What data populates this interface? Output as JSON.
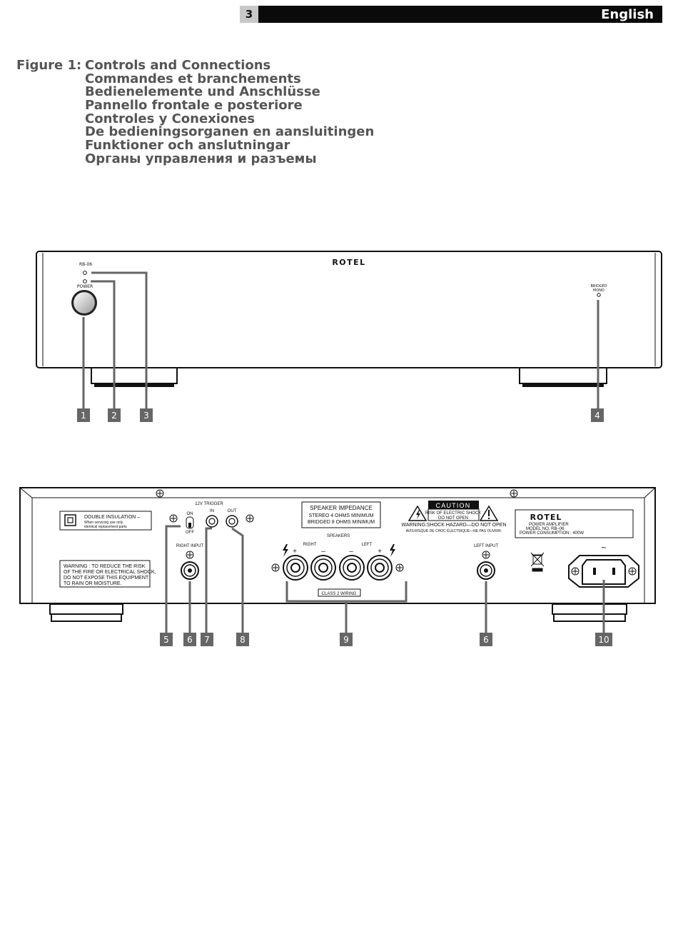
{
  "header": {
    "page_number": "3",
    "language": "English"
  },
  "figure": {
    "label": "Figure 1:",
    "titles": [
      "Controls and Connections",
      "Commandes et branchements",
      "Bedienelemente und Anschlüsse",
      "Pannello frontale e posteriore",
      "Controles y Conexiones",
      "De bedieningsorganen en aansluitingen",
      "Funktioner och anslutningar",
      "Органы управления и разъемы"
    ]
  },
  "front_panel": {
    "model": "RB-06",
    "brand": "ROTEL",
    "power_label": "POWER",
    "bridged_label_1": "BRIDGED",
    "bridged_label_2": "MONO"
  },
  "rear_panel": {
    "double_insulation_title": "DOUBLE INSULATION –",
    "double_insulation_sub1": "When servicing use only",
    "double_insulation_sub2": "identical replacement parts",
    "warning_lines": [
      "WARNING :  TO REDUCE THE RISK",
      "OF THE FIRE OR ELECTRICAL SHOCK,",
      "DO NOT EXPOSE THIS EQUIPMENT",
      "TO RAIN OR MOISTURE."
    ],
    "trigger_title": "12V  TRIGGER",
    "on_label": "ON",
    "off_label": "OFF",
    "in_label": "IN",
    "out_label": "OUT",
    "right_input": "RIGHT  INPUT",
    "left_input": "LEFT  INPUT",
    "impedance_lines": [
      "SPEAKER    IMPEDANCE",
      "STEREO  4 OHMS MINIMUM",
      "BRIDGED 8 OHMS MINIMUM"
    ],
    "speakers_label": "SPEAKERS",
    "right_label": "RIGHT",
    "left_label": "LEFT",
    "plus": "+",
    "minus": "–",
    "class2": "CLASS  2  WIRING",
    "caution_title": "CAUTION",
    "caution_lines": [
      "RISK OF ELECTRIC SHOCK",
      "DO NOT OPEN"
    ],
    "caution_warning": "WARNING:SHOCK HAZARD—DO NOT OPEN",
    "caution_avis": "AVIS:RISQUE DE CHOC ÉLECTRIQUE—NE PAS OUVRIR.",
    "brand": "ROTEL",
    "info_lines": [
      "POWER  AMPLIFIER",
      "MODEL  NO.  RB–06",
      "POWER  CONSUMPTION : 400W"
    ],
    "ac_symbol": "~"
  },
  "callouts": {
    "front": [
      "1",
      "2",
      "3",
      "4"
    ],
    "rear": [
      "5",
      "6",
      "7",
      "8",
      "9",
      "6",
      "10"
    ]
  }
}
